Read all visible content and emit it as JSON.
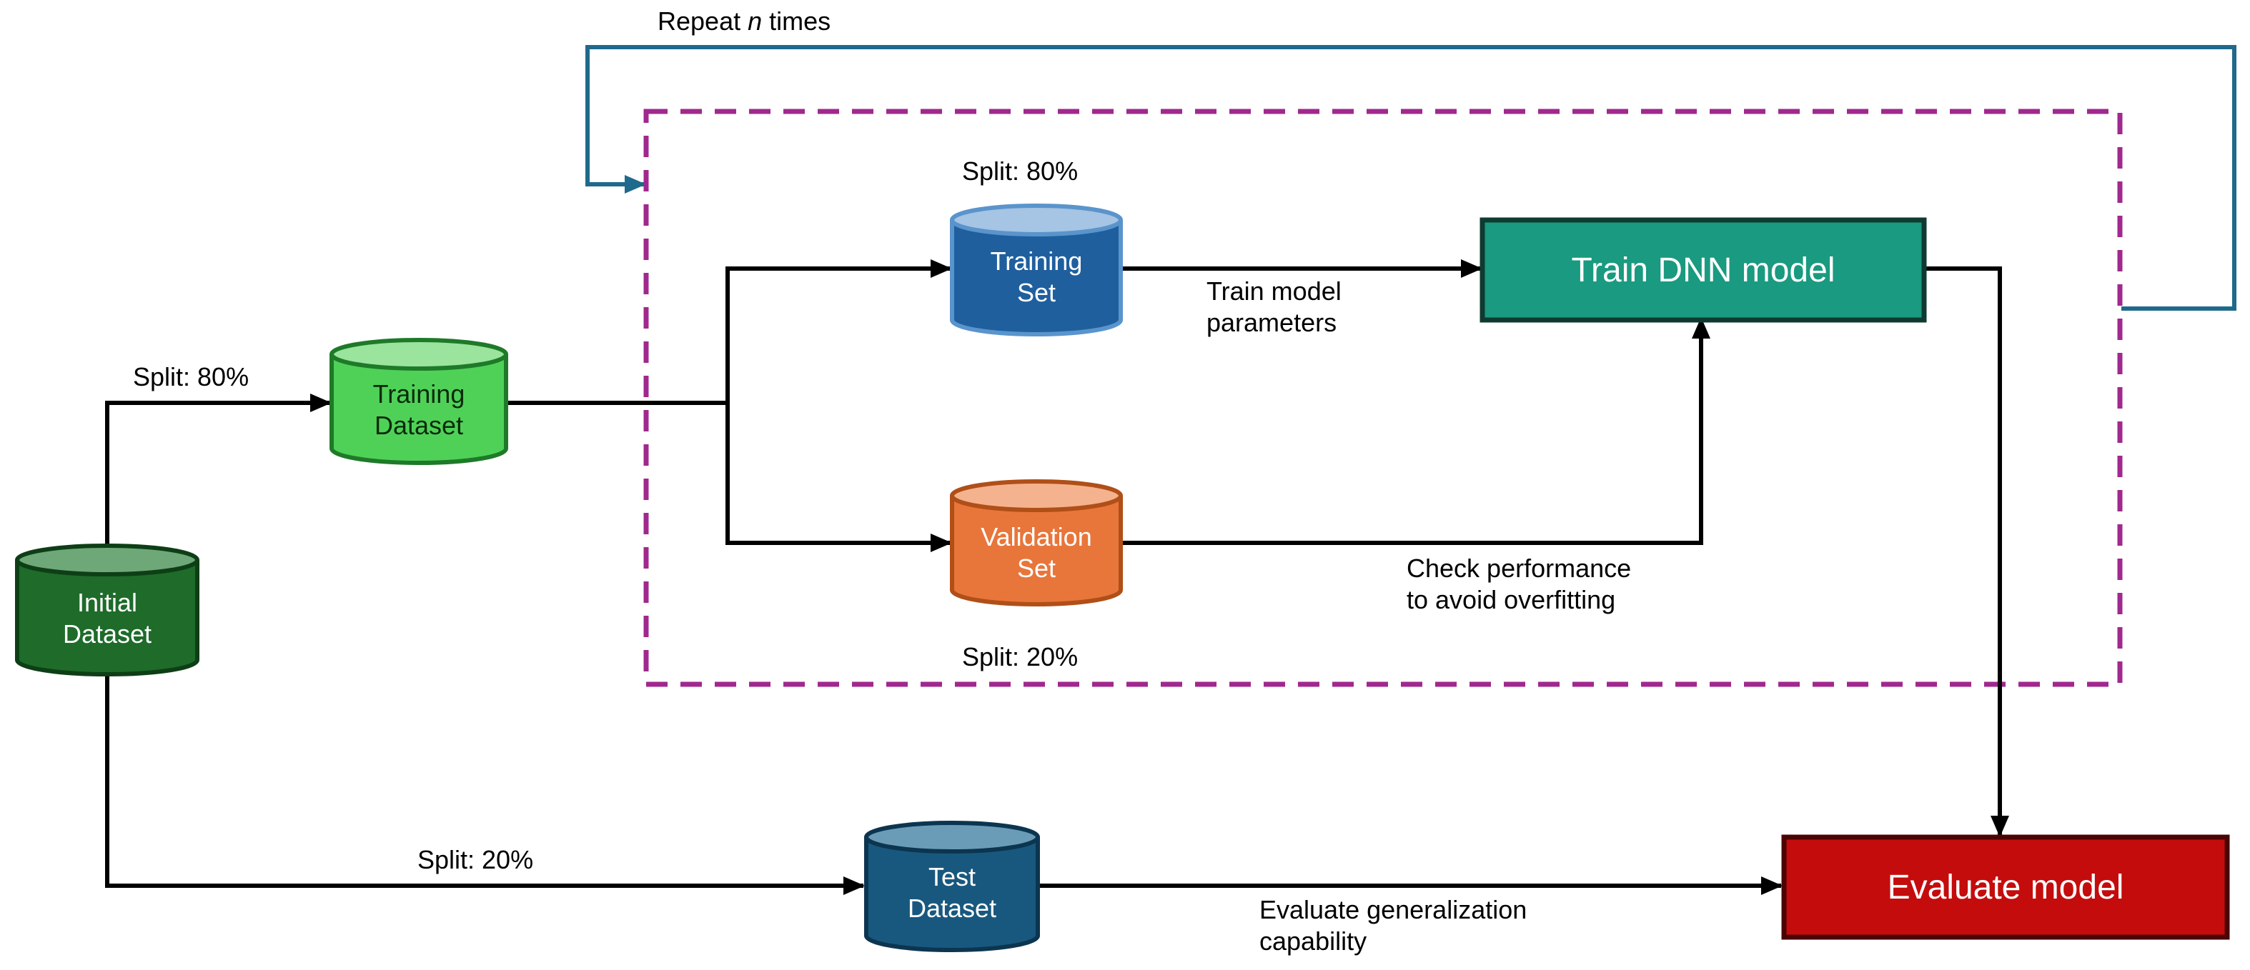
{
  "colors": {
    "initial_dataset": "#1e6b2a",
    "training_dataset": "#4fd158",
    "training_set": "#1f5f9e",
    "validation_set": "#e8763a",
    "test_dataset": "#19587e",
    "train_box": "#1a9a80",
    "eval_box": "#c40c0c",
    "repeat_loop": "#1f6a8c",
    "dashed_box": "#a0288e"
  },
  "loop": {
    "label_prefix": "Repeat ",
    "label_n": "n",
    "label_suffix": " times"
  },
  "nodes": {
    "initial_dataset": {
      "line1": "Initial",
      "line2": "Dataset"
    },
    "training_dataset": {
      "line1": "Training",
      "line2": "Dataset"
    },
    "training_set": {
      "line1": "Training",
      "line2": "Set"
    },
    "validation_set": {
      "line1": "Validation",
      "line2": "Set"
    },
    "test_dataset": {
      "line1": "Test",
      "line2": "Dataset"
    },
    "train_model": {
      "label": "Train DNN model"
    },
    "evaluate_model": {
      "label": "Evaluate model"
    }
  },
  "edges": {
    "split_training_dataset": "Split: 80%",
    "split_test_dataset": "Split: 20%",
    "split_training_set": "Split: 80%",
    "split_validation_set": "Split: 20%",
    "train_params_line1": "Train model",
    "train_params_line2": "parameters",
    "check_perf_line1": "Check performance",
    "check_perf_line2": "to avoid overfitting",
    "eval_gen_line1": "Evaluate generalization",
    "eval_gen_line2": "capability"
  }
}
